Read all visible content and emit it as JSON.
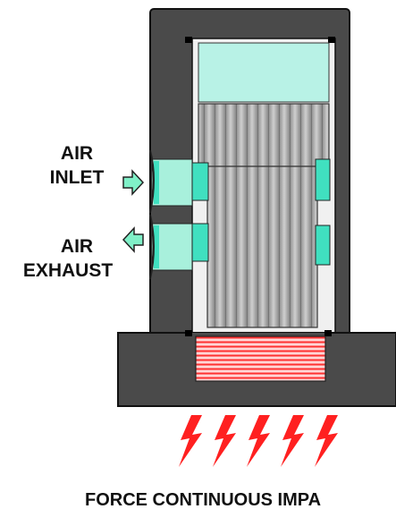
{
  "labels": {
    "air_inlet_line1": "AIR",
    "air_inlet_line2": "INLET",
    "air_exhaust_line1": "AIR",
    "air_exhaust_line2": "EXHAUST",
    "caption": "FORCE CONTINUOUS IMPA"
  },
  "colors": {
    "housing": "#4a4a4a",
    "housing_dark": "#1a1a1a",
    "cavity": "#f2f2f2",
    "piston_top": "#b8f2e6",
    "piston_body": "#9e9e9e",
    "port_fitting": "#40e0c0",
    "impact_plate": "#ff3b3b",
    "lightning": "#ff2020",
    "arrow_fill": "#80f0c8"
  }
}
